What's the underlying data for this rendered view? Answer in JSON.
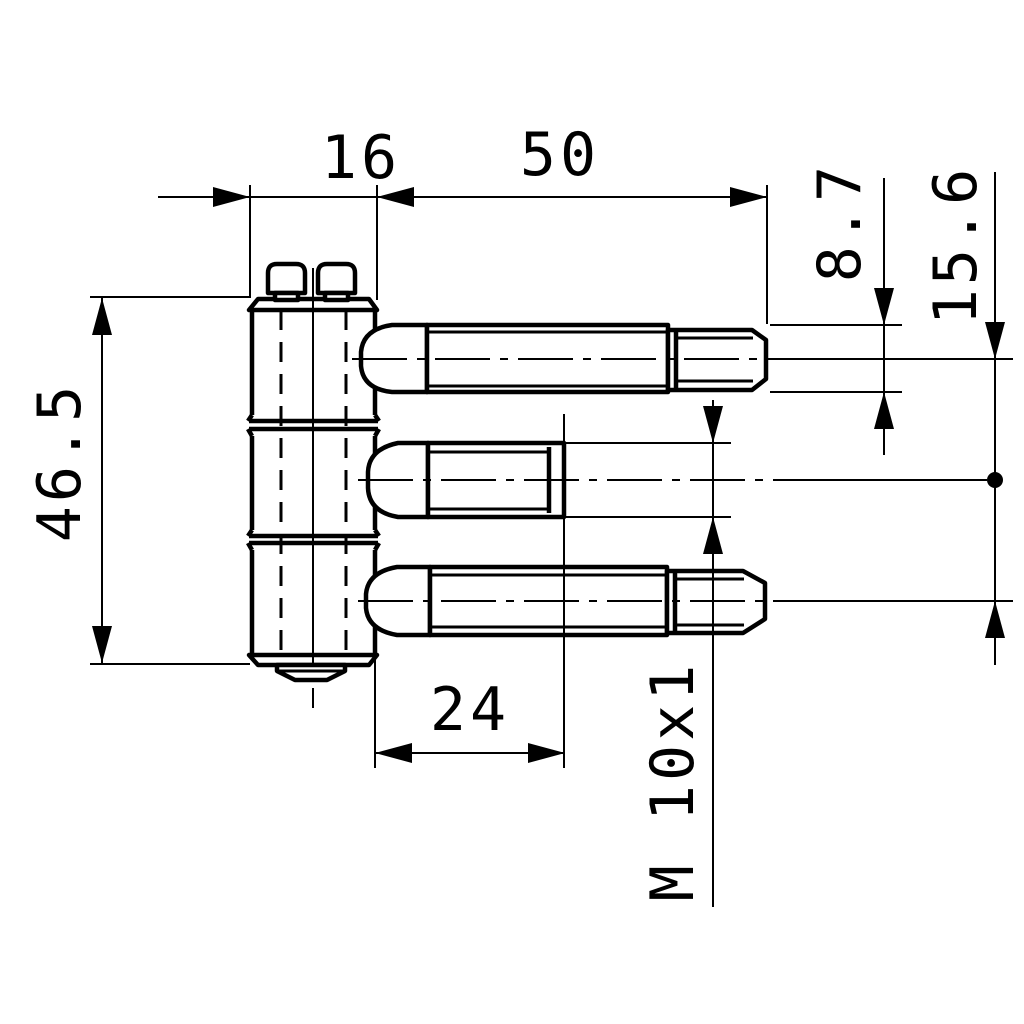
{
  "drawing": {
    "title": "hinge-technical-drawing",
    "background": "#ffffff",
    "line_color": "#000000",
    "labels": {
      "body_width": "16",
      "pin_length": "50",
      "pin_diameter": "8.7",
      "pin_spacing": "15.6",
      "body_height": "46.5",
      "middle_pin_length": "24",
      "thread_spec": "M 10x1"
    }
  }
}
